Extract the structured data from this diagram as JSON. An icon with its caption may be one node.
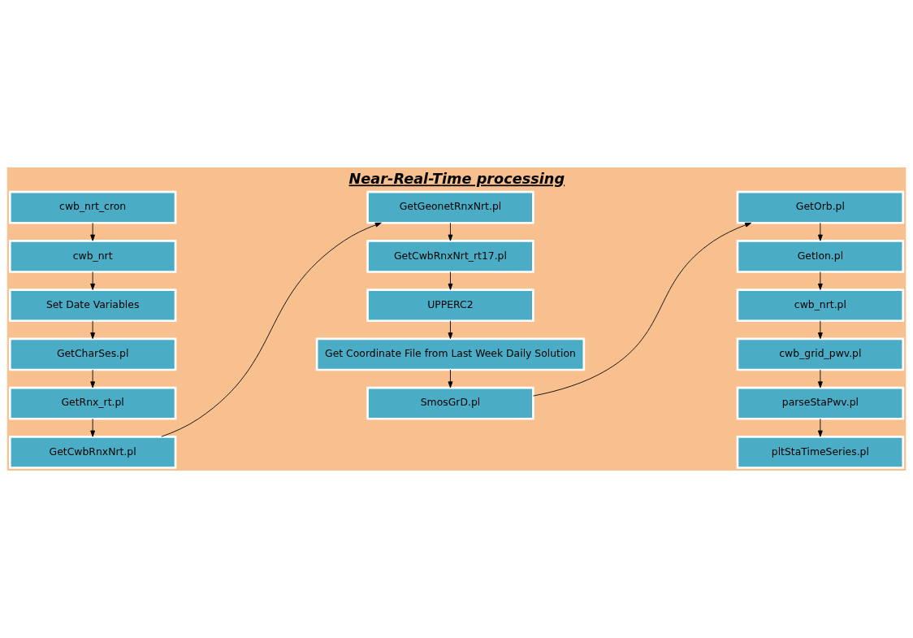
{
  "diagram": {
    "title": "Near-Real-Time processing",
    "nodes": [
      {
        "text": [
          "cwb_nrt_cron"
        ]
      },
      {
        "text": [
          "cwb_nrt"
        ]
      },
      {
        "text": [
          "Set Date Variables"
        ]
      },
      {
        "text": [
          "GetCharSes.pl"
        ]
      },
      {
        "text": [
          "GetRnx_rt.pl"
        ]
      },
      {
        "text": [
          "GetCwbRnxNrt.pl"
        ]
      },
      {
        "text": [
          "GetGeonetRnxNrt.pl"
        ]
      },
      {
        "text": [
          "GetCwbRnxNrt_rt17.pl"
        ]
      },
      {
        "text": [
          "UPPERC2"
        ]
      },
      {
        "text": [
          "Get Coordinate File from Last Week Daily Solution"
        ]
      },
      {
        "text": [
          "SmosGrD.pl"
        ]
      },
      {
        "text": [
          "GetOrb.pl"
        ]
      },
      {
        "text": [
          "GetIon.pl"
        ]
      },
      {
        "text": [
          "cwb_nrt.pl"
        ]
      },
      {
        "text": [
          "cwb_grid_pwv.pl"
        ]
      },
      {
        "text": [
          "parseStaPwv.pl"
        ]
      },
      {
        "text": [
          "pltStaTimeSeries.pl"
        ]
      }
    ],
    "edges": [
      {
        "from": 0,
        "to": 1,
        "arrow": "to"
      },
      {
        "from": 1,
        "to": 2,
        "arrow": "to"
      },
      {
        "from": 2,
        "to": 3,
        "arrow": "to"
      },
      {
        "from": 3,
        "to": 4,
        "arrow": "to"
      },
      {
        "from": 4,
        "to": 5,
        "arrow": "to"
      },
      {
        "from": 5,
        "to": 6,
        "arrow": "to"
      },
      {
        "from": 6,
        "to": 7,
        "arrow": "to"
      },
      {
        "from": 7,
        "to": 8,
        "arrow": "to"
      },
      {
        "from": 8,
        "to": 9,
        "arrow": "to"
      },
      {
        "from": 9,
        "to": 10,
        "arrow": "to"
      },
      {
        "from": 10,
        "to": 11,
        "arrow": "to"
      },
      {
        "from": 11,
        "to": 12,
        "arrow": "to"
      },
      {
        "from": 12,
        "to": 13,
        "arrow": "to"
      },
      {
        "from": 13,
        "to": 14,
        "arrow": "to"
      },
      {
        "from": 14,
        "to": 15,
        "arrow": "to"
      },
      {
        "from": 15,
        "to": 16,
        "arrow": "to"
      }
    ]
  }
}
